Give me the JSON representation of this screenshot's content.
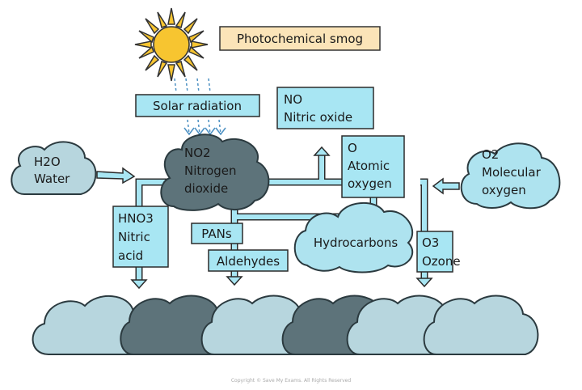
{
  "title": "Photochemical smog",
  "labels": {
    "solar_radiation": "Solar radiation",
    "no_formula": "NO",
    "no_name": "Nitric oxide",
    "no2_formula": "NO2",
    "no2_name_1": "Nitrogen",
    "no2_name_2": "dioxide",
    "o_formula": "O",
    "o_name_1": "Atomic",
    "o_name_2": "oxygen",
    "h2o_formula": "H2O",
    "h2o_name": "Water",
    "o2_formula": "O2",
    "o2_name_1": "Molecular",
    "o2_name_2": "oxygen",
    "hno3_formula": "HNO3",
    "hno3_name_1": "Nitric",
    "hno3_name_2": "acid",
    "pans": "PANs",
    "aldehydes": "Aldehydes",
    "hydrocarbons": "Hydrocarbons",
    "o3_formula": "O3",
    "o3_name": "Ozone"
  },
  "watermark": "Save My Exams",
  "copyright": "Copyright © Save My Exams. All Rights Reserved",
  "colors": {
    "box": "#a8e6f3",
    "title_box": "#fbe4b8",
    "sun": "#f7c530",
    "dark_cloud": "#5d737a",
    "light_cloud": "#b7d6de"
  }
}
